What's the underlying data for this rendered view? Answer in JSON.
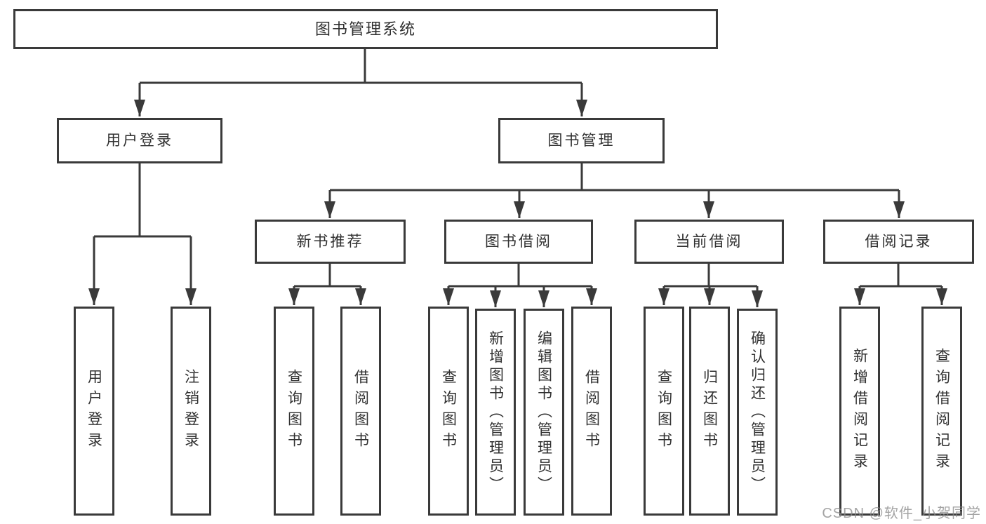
{
  "colors": {
    "line": "#3a3a3a",
    "box_border": "#3a3a3a",
    "box_fill": "#ffffff",
    "text": "#303030",
    "watermark_text": "#8a8a8a"
  },
  "watermark": {
    "text": "CSDN @软件_小贺同学"
  },
  "diagram": {
    "type": "tree",
    "root": {
      "label": "图书管理系统",
      "children": [
        {
          "label": "用户登录",
          "children": [
            {
              "label": "用户登录"
            },
            {
              "label": "注销登录"
            }
          ]
        },
        {
          "label": "图书管理",
          "children": [
            {
              "label": "新书推荐",
              "children": [
                {
                  "label": "查询图书"
                },
                {
                  "label": "借阅图书"
                }
              ]
            },
            {
              "label": "图书借阅",
              "children": [
                {
                  "label": "查询图书"
                },
                {
                  "label": "新增图书（管理员）"
                },
                {
                  "label": "编辑图书（管理员）"
                },
                {
                  "label": "借阅图书"
                }
              ]
            },
            {
              "label": "当前借阅",
              "children": [
                {
                  "label": "查询图书"
                },
                {
                  "label": "归还图书"
                },
                {
                  "label": "确认归还（管理员）"
                }
              ]
            },
            {
              "label": "借阅记录",
              "children": [
                {
                  "label": "新增借阅记录"
                },
                {
                  "label": "查询借阅记录"
                }
              ]
            }
          ]
        }
      ]
    }
  }
}
